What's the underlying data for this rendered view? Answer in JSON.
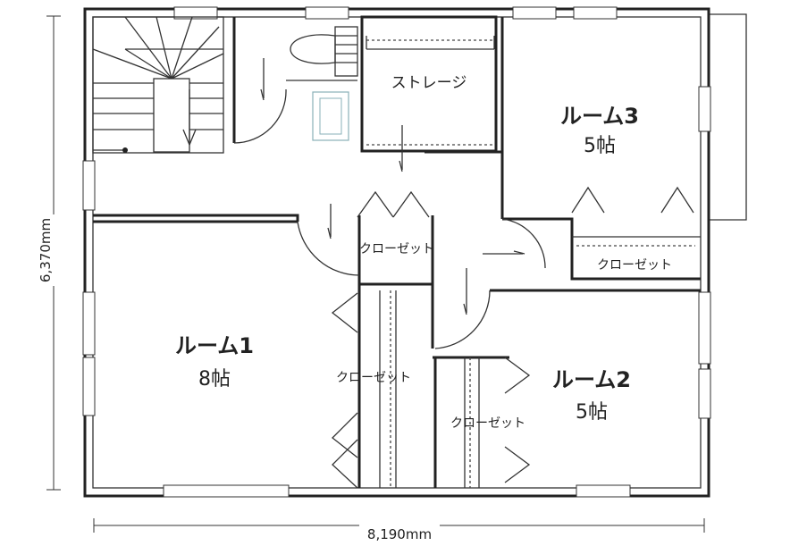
{
  "floor_plan": {
    "dimensions": {
      "width_label": "8,190mm",
      "height_label": "6,370mm"
    },
    "rooms": {
      "room1": {
        "name": "ルーム1",
        "size": "8帖"
      },
      "room2": {
        "name": "ルーム2",
        "size": "5帖"
      },
      "room3": {
        "name": "ルーム3",
        "size": "5帖"
      },
      "storage": {
        "name": "ストレージ"
      }
    },
    "closets": {
      "hall": "クローゼット",
      "room3": "クローゼット",
      "room1": "クローゼット",
      "room2": "クローゼット"
    }
  }
}
